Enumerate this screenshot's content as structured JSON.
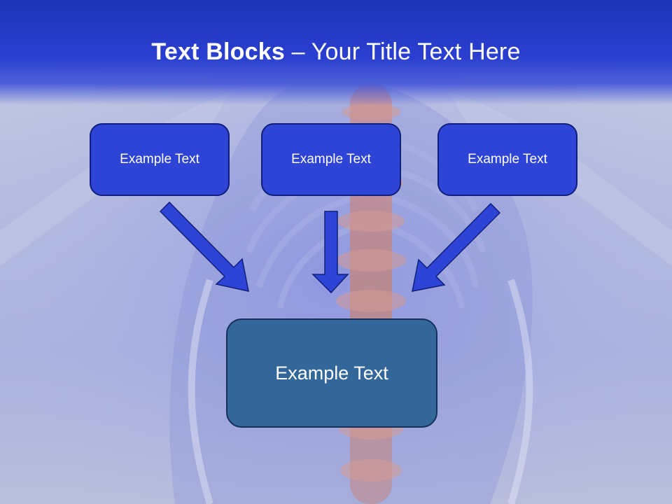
{
  "title": {
    "bold": "Text Blocks",
    "rest": " – Your Title Text Here"
  },
  "blocks": {
    "top_left": "Example Text",
    "top_center": "Example Text",
    "top_right": "Example Text",
    "bottom": "Example Text"
  },
  "colors": {
    "title_band": "#2a3fd0",
    "top_box_fill": "#2e44d6",
    "bottom_box_fill": "#336699",
    "arrow_fill": "#2e44d6"
  }
}
